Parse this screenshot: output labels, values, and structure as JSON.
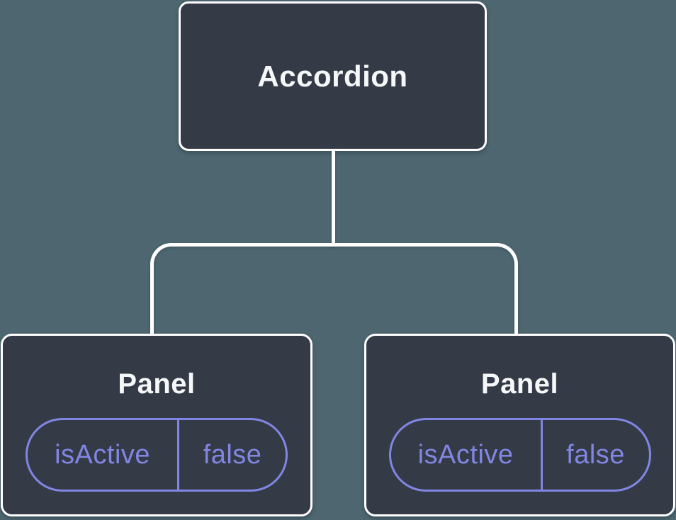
{
  "tree": {
    "root": {
      "label": "Accordion"
    },
    "children": [
      {
        "label": "Panel",
        "state": {
          "key": "isActive",
          "value": "false"
        }
      },
      {
        "label": "Panel",
        "state": {
          "key": "isActive",
          "value": "false"
        }
      }
    ]
  },
  "colors": {
    "background": "#4d6670",
    "node_fill": "#343a46",
    "node_border": "#ffffff",
    "label_text": "#f6f7f9",
    "connector": "#ffffff",
    "state_accent": "#8186e3"
  }
}
